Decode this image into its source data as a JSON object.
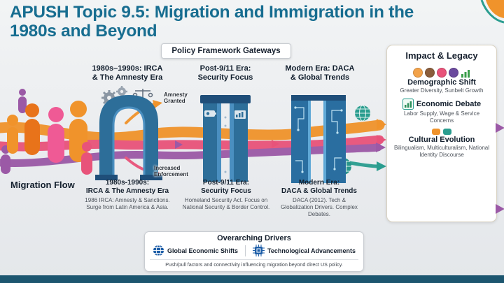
{
  "title": "APUSH Topic 9.5: Migration and Immigration in the\n1980s and Beyond",
  "policy_gateways_label": "Policy Framework Gateways",
  "migration_flow_label": "Migration Flow",
  "gateways": [
    {
      "header": "1980s–1990s: IRCA\n& The Amnesty Era",
      "label_top": "Amnesty\nGranted",
      "label_bottom": "Increased\nEnforcement",
      "caption_title": "1980s-1990s:\nIRCA & The Amnesty Era",
      "caption_body": "1986 IRCA: Amnesty & Sanctions. Surge from Latin America & Asia."
    },
    {
      "header": "Post-9/11 Era:\nSecurity Focus",
      "caption_title": "Post-9/11 Era:\nSecurity Focus",
      "caption_body": "Homeland Security Act. Focus on National Security & Border Control."
    },
    {
      "header": "Modern Era: DACA\n& Global Trends",
      "caption_title": "Modern Era:\nDACA & Global Trends",
      "caption_body": "DACA (2012). Tech & Globalization Drivers. Complex Debates."
    }
  ],
  "impact_panel": {
    "title": "Impact & Legacy",
    "items": [
      {
        "title": "Demographic Shift",
        "body": "Greater Diversity, Sunbelt Growth"
      },
      {
        "title": "Economic Debate",
        "body": "Labor Supply, Wage & Service Concerns"
      },
      {
        "title": "Cultural Evolution",
        "body": "Bilingualism, Multiculturalism, National Identity Discourse"
      }
    ]
  },
  "drivers": {
    "title": "Overarching Drivers",
    "items": [
      {
        "label": "Global Economic Shifts",
        "icon": "globe-economy-icon"
      },
      {
        "label": "Technological Advancements",
        "icon": "microchip-icon"
      }
    ],
    "footnote": "Push/pull factors and connectivity influencing migration beyond direct US policy."
  },
  "palette": {
    "title_color": "#176d90",
    "flow_orange": "#f0932b",
    "flow_pink": "#e8537a",
    "flow_purple": "#9b59a6",
    "flow_teal": "#2a9d8f",
    "gate_blue": "#2d6e99",
    "gate_blue_dark": "#1f4e79",
    "footer_teal": "#1c566f",
    "dark_navy": "#14202e"
  }
}
